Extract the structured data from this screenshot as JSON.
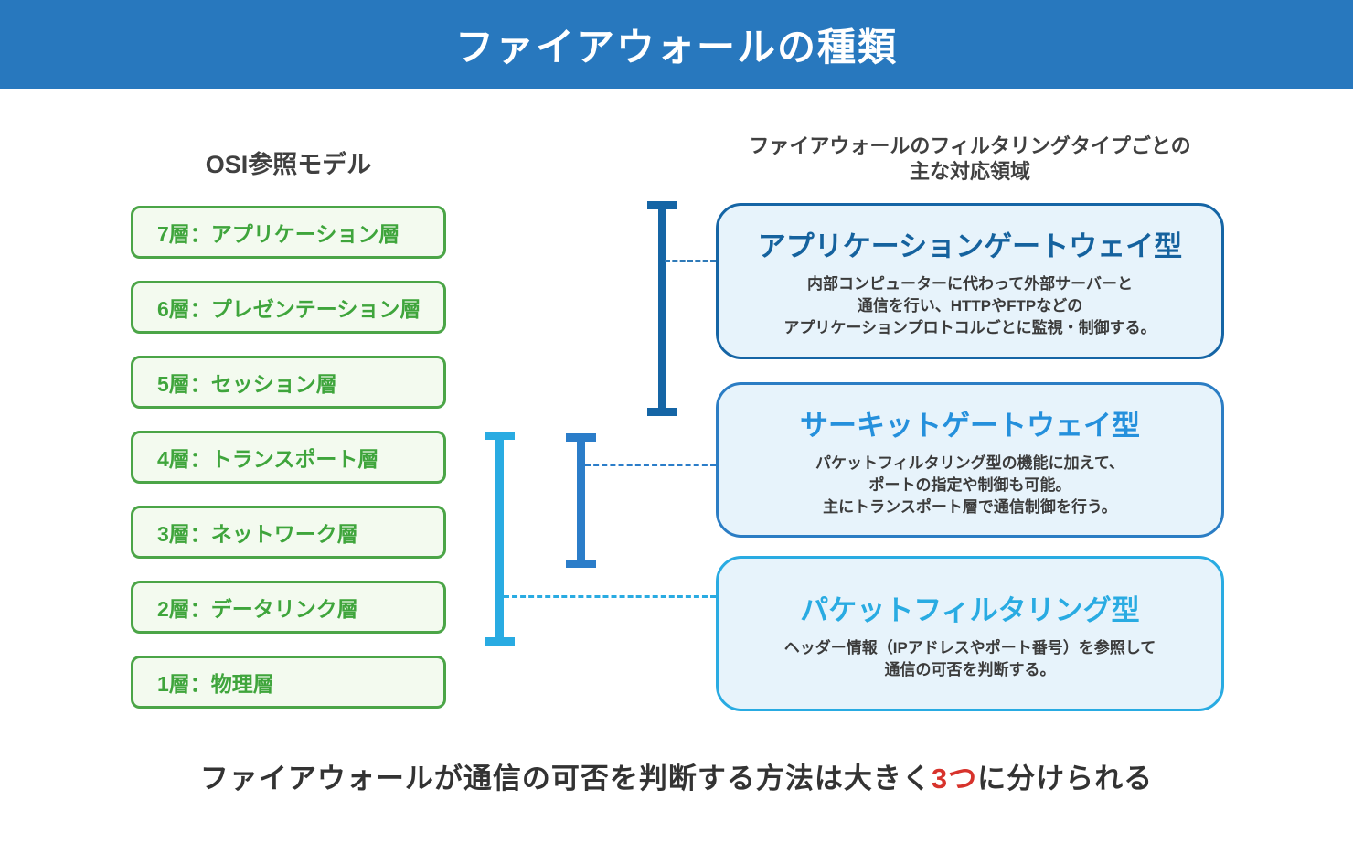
{
  "header": {
    "title": "ファイアウォールの種類"
  },
  "osi": {
    "heading": "OSI参照モデル",
    "layers": [
      {
        "label": "7層：アプリケーション層"
      },
      {
        "label": "6層：プレゼンテーション層"
      },
      {
        "label": "5層：セッション層"
      },
      {
        "label": "4層：トランスポート層"
      },
      {
        "label": "3層：ネットワーク層"
      },
      {
        "label": "2層：データリンク層"
      },
      {
        "label": "1層：物理層"
      }
    ]
  },
  "filtering": {
    "heading_line1": "ファイアウォールのフィルタリングタイプごとの",
    "heading_line2": "主な対応領域",
    "types": [
      {
        "title": "アプリケーションゲートウェイ型",
        "lines": [
          "内部コンピューターに代わって外部サーバーと",
          "通信を行い、HTTPやFTPなどの",
          "アプリケーションプロトコルごとに監視・制御する。"
        ]
      },
      {
        "title": "サーキットゲートウェイ型",
        "lines": [
          "パケットフィルタリング型の機能に加えて、",
          "ポートの指定や制御も可能。",
          "主にトランスポート層で通信制御を行う。"
        ]
      },
      {
        "title": "パケットフィルタリング型",
        "lines": [
          "ヘッダー情報（IPアドレスやポート番号）を参照して",
          "通信の可否を判断する。"
        ]
      }
    ]
  },
  "footer": {
    "text_before": "ファイアウォールが通信の可否を判断する方法は大きく",
    "text_highlight": "3つ",
    "text_after": "に分けられる"
  },
  "colors": {
    "header_bg": "#2878be",
    "osi_green_border": "#4ba547",
    "osi_green_text": "#3fa53c",
    "osi_green_bg": "#f3faef",
    "fw_box_bg": "#e7f3fb",
    "app_gateway_accent": "#1565a5",
    "circuit_gateway_accent": "#2590dc",
    "packet_filtering_accent": "#29abe2",
    "footer_highlight": "#d7332c"
  }
}
